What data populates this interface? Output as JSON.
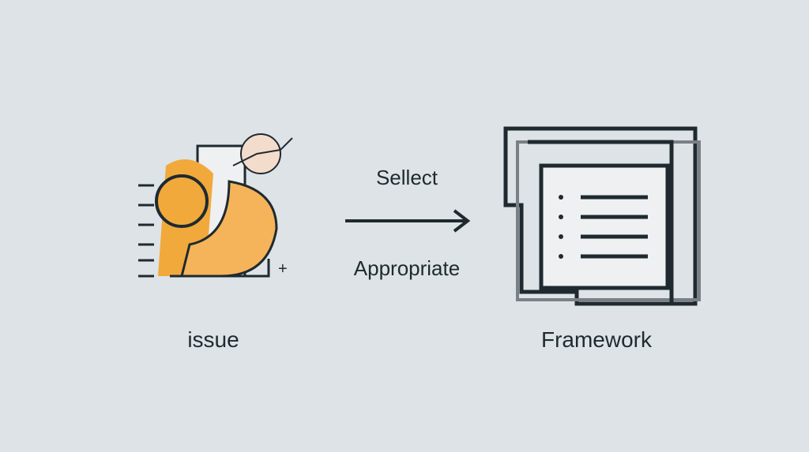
{
  "left_label": "issue",
  "right_label": "Framework",
  "arrow_top": "Sellect",
  "arrow_bottom": "Appropriate",
  "colors": {
    "orange": "#f2a93b",
    "ink": "#1f2a30",
    "paper": "#eef0f1"
  }
}
